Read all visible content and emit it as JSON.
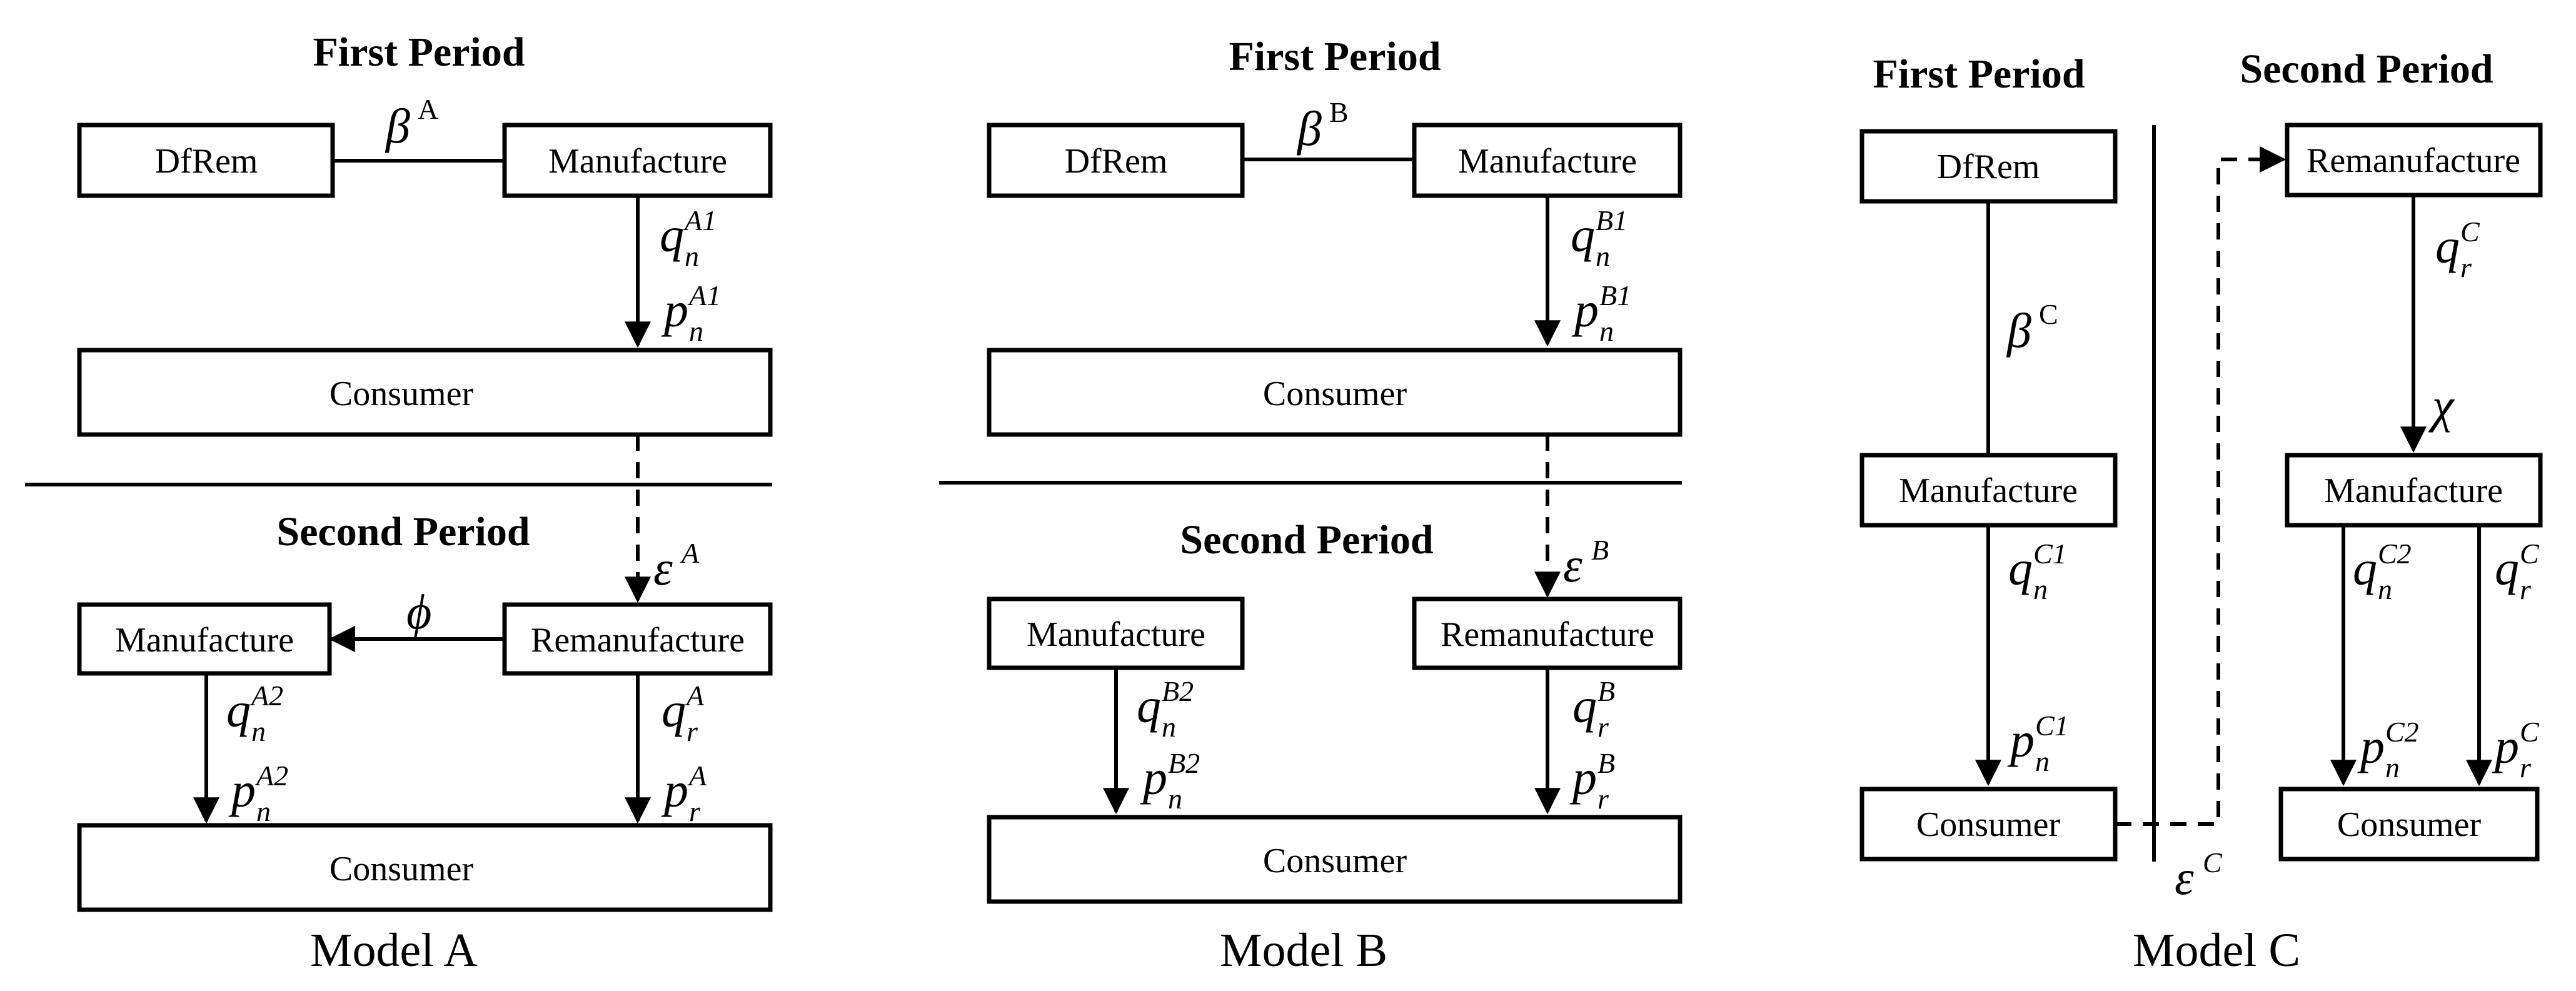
{
  "modelA": {
    "caption": "Model A",
    "first_period": "First Period",
    "second_period": "Second Period",
    "box_dfrem": "DfRem",
    "box_manufacture1": "Manufacture",
    "box_consumer1": "Consumer",
    "box_manufacture2": "Manufacture",
    "box_remanufacture": "Remanufacture",
    "box_consumer2": "Consumer",
    "beta": {
      "base": "β",
      "sup": "A"
    },
    "q_n1": {
      "base": "q",
      "sub": "n",
      "sup": "A1"
    },
    "p_n1": {
      "base": "p",
      "sub": "n",
      "sup": "A1"
    },
    "epsilon": {
      "base": "ε",
      "sup": "A"
    },
    "phi": {
      "base": "ϕ"
    },
    "q_n2": {
      "base": "q",
      "sub": "n",
      "sup": "A2"
    },
    "p_n2": {
      "base": "p",
      "sub": "n",
      "sup": "A2"
    },
    "q_r": {
      "base": "q",
      "sub": "r",
      "sup": "A"
    },
    "p_r": {
      "base": "p",
      "sub": "r",
      "sup": "A"
    }
  },
  "modelB": {
    "caption": "Model B",
    "first_period": "First Period",
    "second_period": "Second Period",
    "box_dfrem": "DfRem",
    "box_manufacture1": "Manufacture",
    "box_consumer1": "Consumer",
    "box_manufacture2": "Manufacture",
    "box_remanufacture": "Remanufacture",
    "box_consumer2": "Consumer",
    "beta": {
      "base": "β",
      "sup": "B"
    },
    "q_n1": {
      "base": "q",
      "sub": "n",
      "sup": "B1"
    },
    "p_n1": {
      "base": "p",
      "sub": "n",
      "sup": "B1"
    },
    "epsilon": {
      "base": "ε",
      "sup": "B"
    },
    "q_n2": {
      "base": "q",
      "sub": "n",
      "sup": "B2"
    },
    "p_n2": {
      "base": "p",
      "sub": "n",
      "sup": "B2"
    },
    "q_r": {
      "base": "q",
      "sub": "r",
      "sup": "B"
    },
    "p_r": {
      "base": "p",
      "sub": "r",
      "sup": "B"
    }
  },
  "modelC": {
    "caption": "Model C",
    "first_period": "First Period",
    "second_period": "Second Period",
    "box_dfrem": "DfRem",
    "box_manufacture1": "Manufacture",
    "box_consumer1": "Consumer",
    "box_remanufacture": "Remanufacture",
    "box_manufacture2": "Manufacture",
    "box_consumer2": "Consumer",
    "beta": {
      "base": "β",
      "sup": "C"
    },
    "q_n1": {
      "base": "q",
      "sub": "n",
      "sup": "C1"
    },
    "p_n1": {
      "base": "p",
      "sub": "n",
      "sup": "C1"
    },
    "epsilon": {
      "base": "ε",
      "sup": "C"
    },
    "q_r_top": {
      "base": "q",
      "sub": "r",
      "sup": "C"
    },
    "chi": {
      "base": "χ"
    },
    "q_n2": {
      "base": "q",
      "sub": "n",
      "sup": "C2"
    },
    "q_r": {
      "base": "q",
      "sub": "r",
      "sup": "C"
    },
    "p_n2": {
      "base": "p",
      "sub": "n",
      "sup": "C2"
    },
    "p_r": {
      "base": "p",
      "sub": "r",
      "sup": "C"
    }
  }
}
